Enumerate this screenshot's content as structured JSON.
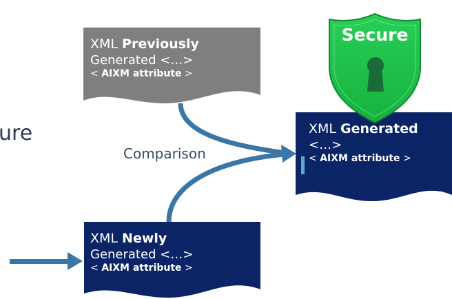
{
  "left_partial_text": "ure",
  "comparison_label": "Comparison",
  "shield": {
    "label": "Secure",
    "color": "#1fc24a",
    "keyhole_color": "#1b6b39"
  },
  "docs": {
    "previous": {
      "color": "#7f7f7f",
      "line1_prefix": "XML ",
      "line1_bold": "Previously",
      "line2": "Generated <…>",
      "line3_prefix": "< ",
      "line3_bold": "AIXM attribute",
      "line3_suffix": " >"
    },
    "generated": {
      "color": "#0a2465",
      "line1_prefix": "XML ",
      "line1_bold": "Generated",
      "line2": "<…>",
      "line3_prefix": "< ",
      "line3_bold": "AIXM attribute",
      "line3_suffix": " >"
    },
    "newly": {
      "color": "#0a2465",
      "line1_prefix": "XML ",
      "line1_bold": "Newly",
      "line2": "Generated <…>",
      "line3_prefix": "< ",
      "line3_bold": "AIXM attribute",
      "line3_suffix": " >"
    }
  },
  "arrow_color": "#3a77a6"
}
